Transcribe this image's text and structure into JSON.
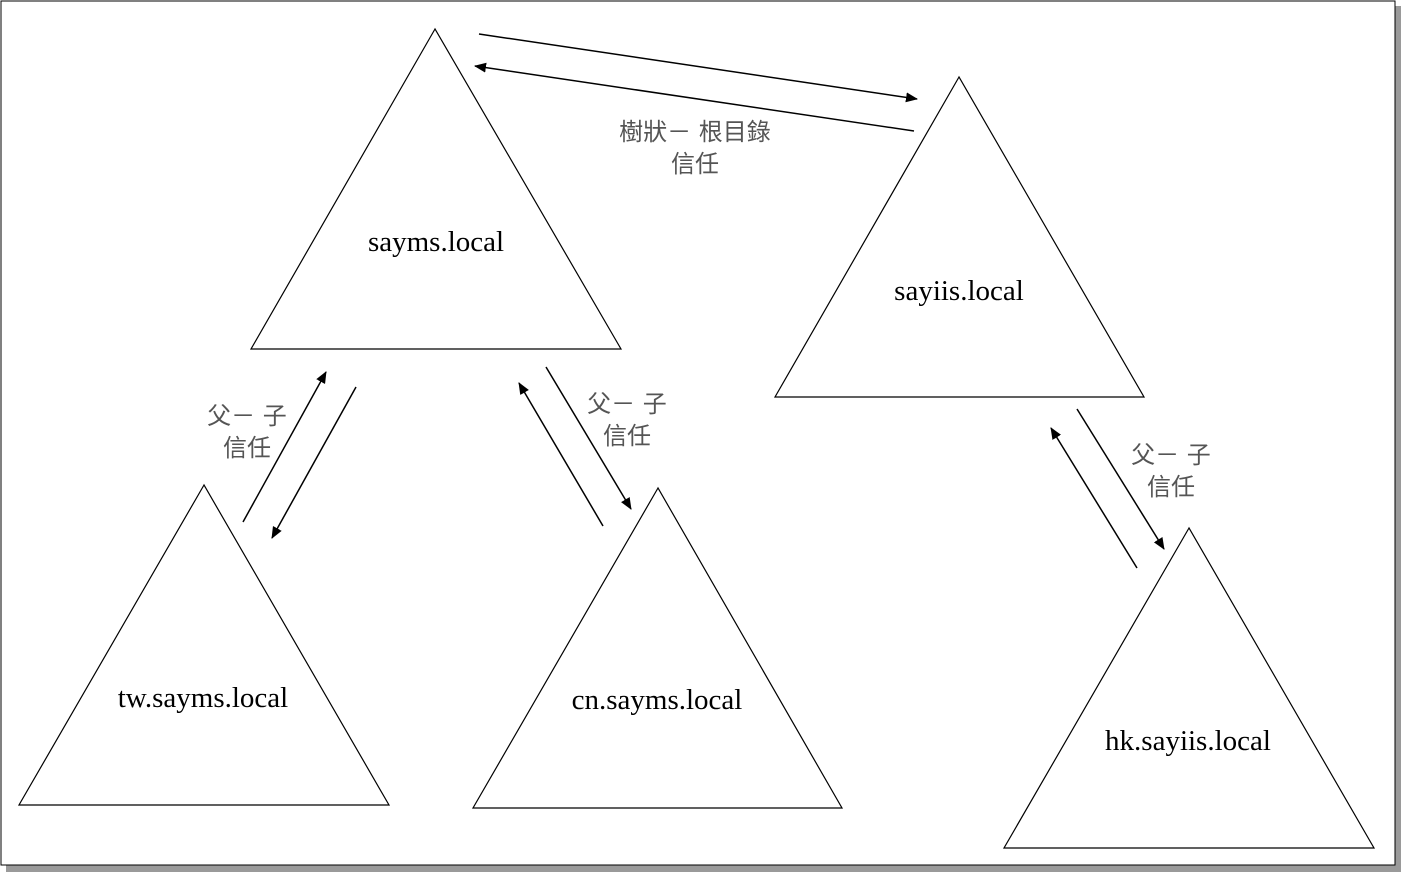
{
  "domains": {
    "root_a": "sayms.local",
    "root_b": "sayiis.local",
    "child_tw": "tw.sayms.local",
    "child_cn": "cn.sayms.local",
    "child_hk": "hk.sayiis.local"
  },
  "trusts": {
    "tree_root": {
      "line1": "樹狀－ 根目錄",
      "line2": "信任"
    },
    "parent_child_tw": {
      "line1": "父－ 子",
      "line2": "信任"
    },
    "parent_child_cn": {
      "line1": "父－ 子",
      "line2": "信任"
    },
    "parent_child_hk": {
      "line1": "父－ 子",
      "line2": "信任"
    }
  }
}
